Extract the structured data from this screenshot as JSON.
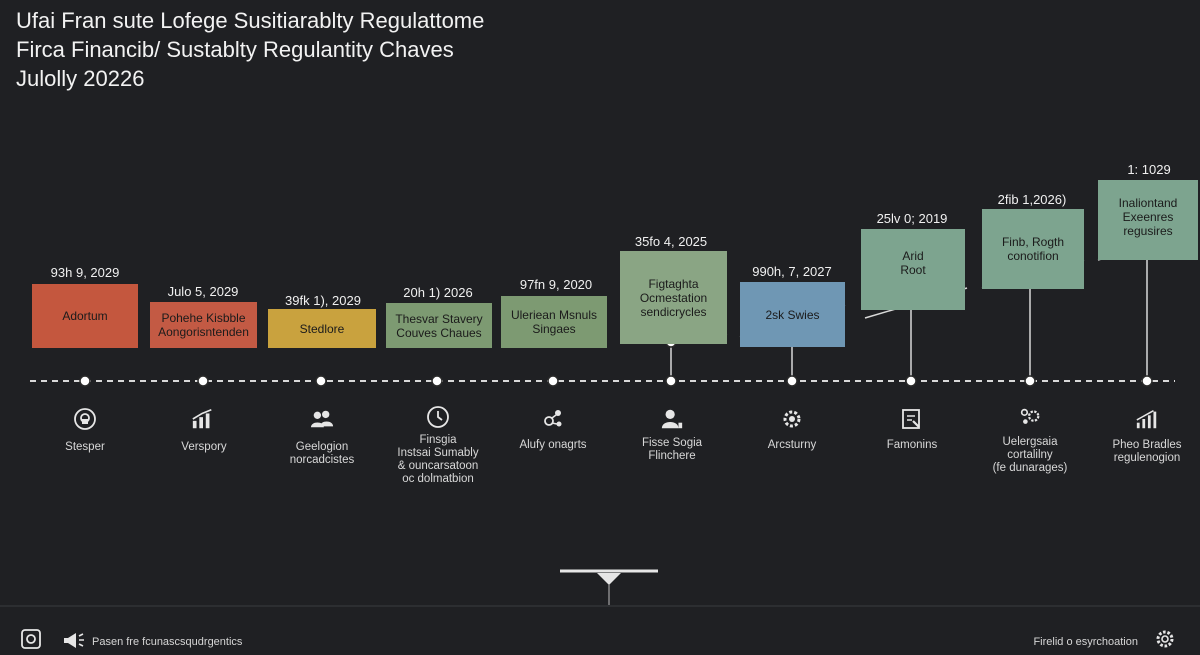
{
  "header": {
    "title_lines": [
      "Ufai Fran sute Lofege Susitiarablty Regulattome",
      "Firca Financib/ Sustablty Regulantity Chaves",
      "Julolly 20226"
    ]
  },
  "colors": {
    "background": "#1f2023",
    "line": "#d9d9d9",
    "box_orange": "#c4573e",
    "box_red": "#c35a44",
    "box_yellow": "#c9a23e",
    "box_green": "#7d9a72",
    "box_sage": "#8aa584",
    "box_blue": "#6f97b4",
    "box_teal": "#7da48f"
  },
  "milestones": [
    {
      "date": "93h 9, 2029",
      "box_lines": [
        "Adortum"
      ],
      "icon": "target-icon",
      "label_lines": [
        "Stesper"
      ]
    },
    {
      "date": "Julo 5, 2029",
      "box_lines": [
        "Pohehe Kisbble",
        "Aongorisntenden"
      ],
      "icon": "bar-chart-icon",
      "label_lines": [
        "Verspory"
      ]
    },
    {
      "date": "39fk 1), 2029",
      "box_lines": [
        "Stedlore"
      ],
      "icon": "people-icon",
      "label_lines": [
        "Geelogion",
        "norcadcistes"
      ]
    },
    {
      "date": "20h 1) 2026",
      "box_lines": [
        "Thesvar Stavery",
        "Couves Chaues"
      ],
      "icon": "clock-icon",
      "label_lines": [
        "Finsgia",
        "Instsai Sumably",
        "& ouncarsatoon",
        "oc dolmatbion"
      ]
    },
    {
      "date": "97fn 9, 2020",
      "box_lines": [
        "Uleriean Msnuls",
        "Singaes"
      ],
      "icon": "molecule-icon",
      "label_lines": [
        "Alufy onagrts"
      ]
    },
    {
      "date": "35fo 4, 2025",
      "box_lines": [
        "Figtaghta",
        "Ocmestation",
        "sendicrycles"
      ],
      "icon": "person-icon",
      "label_lines": [
        "Fisse Sogia",
        "Flinchere"
      ]
    },
    {
      "date": "990h, 7, 2027",
      "box_lines": [
        "2sk Swies"
      ],
      "icon": "gear-icon",
      "label_lines": [
        "Arcsturny"
      ]
    },
    {
      "date": "25lv 0; 2019",
      "box_lines": [
        "Arid",
        "Root"
      ],
      "icon": "document-icon",
      "label_lines": [
        "Famonins"
      ]
    },
    {
      "date": "2fib 1,2026)",
      "box_lines": [
        "Finb, Rogth",
        "conotifion"
      ],
      "icon": "settings-cluster-icon",
      "label_lines": [
        "Uelergsaia",
        "cortalilny",
        "(fe dunarages)"
      ]
    },
    {
      "date": "1: 1029",
      "box_lines": [
        "Inaliontand",
        "Exeenres",
        "regusires"
      ],
      "icon": "growth-chart-icon",
      "label_lines": [
        "Pheo Bradles",
        "regulenogion"
      ]
    }
  ],
  "footer": {
    "left_text": "Pasen fre fcunascsqudrgentics",
    "right_text": "Firelid o esyrchoation"
  }
}
